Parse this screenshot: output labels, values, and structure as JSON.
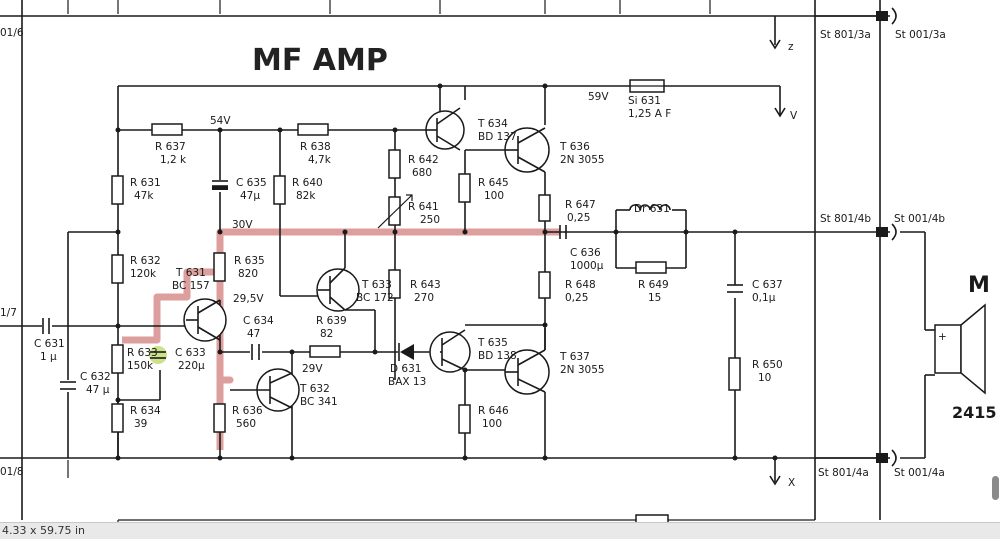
{
  "title": "MF AMP",
  "status_bar": {
    "dimensions": "4.33 x 59.75 in"
  },
  "colors": {
    "highlight": "#c0504d",
    "ink": "#1a1a1a",
    "green_marker": "#b8d45a"
  },
  "rails": {
    "v59": "59V",
    "v54": "54V",
    "v30": "30V",
    "v29_5": "29,5V",
    "v29": "29V"
  },
  "signals": {
    "z": "z",
    "v": "V",
    "x": "X"
  },
  "edge_labels": {
    "top_left": "01/6",
    "in_left": "1/7",
    "bottom_left": "01/8"
  },
  "connectors": {
    "st801_3a": "St 801/3a",
    "st001_3a": "St 001/3a",
    "st801_4b": "St 801/4b",
    "st001_4b": "St 001/4b",
    "st801_4a": "St 801/4a",
    "st001_4a": "St 001/4a"
  },
  "speaker": {
    "label": "M",
    "part": "2415",
    "plus": "+"
  },
  "components": {
    "r637": [
      "R 637",
      "1,2 k"
    ],
    "r638": [
      "R 638",
      "4,7k"
    ],
    "r631": [
      "R 631",
      "47k"
    ],
    "c635": [
      "C 635",
      "47µ"
    ],
    "r640": [
      "R 640",
      "82k"
    ],
    "r642": [
      "R 642",
      "680"
    ],
    "r641": [
      "R 641",
      "250"
    ],
    "r645": [
      "R 645",
      "100"
    ],
    "t634": [
      "T 634",
      "BD 137"
    ],
    "t636": [
      "T 636",
      "2N 3055"
    ],
    "si631": [
      "Si 631",
      "1,25 A F"
    ],
    "r647": [
      "R 647",
      "0,25"
    ],
    "dr631": [
      "Dr 631"
    ],
    "c636": [
      "C 636",
      "1000µ"
    ],
    "r649": [
      "R 649",
      "15"
    ],
    "c637": [
      "C 637",
      "0,1µ"
    ],
    "r650": [
      "R 650",
      "10"
    ],
    "r632": [
      "R 632",
      "120k"
    ],
    "t631": [
      "T 631",
      "BC 157"
    ],
    "r635": [
      "R 635",
      "820"
    ],
    "t633": [
      "T 633",
      "BC 172"
    ],
    "r643": [
      "R 643",
      "270"
    ],
    "r648": [
      "R 648",
      "0,25"
    ],
    "c631": [
      "C 631",
      "1 µ"
    ],
    "c634": [
      "C 634",
      "47"
    ],
    "r639": [
      "R 639",
      "82"
    ],
    "r633": [
      "R 633",
      "150k"
    ],
    "c633": [
      "C 633",
      "220µ"
    ],
    "c632": [
      "C 632",
      "47 µ"
    ],
    "t632": [
      "T 632",
      "BC 341"
    ],
    "d631": [
      "D 631",
      "BAX 13"
    ],
    "t635": [
      "T 635",
      "BD 138"
    ],
    "t637": [
      "T 637",
      "2N 3055"
    ],
    "r634": [
      "R 634",
      "39"
    ],
    "r636": [
      "R 636",
      "560"
    ],
    "r646": [
      "R 646",
      "100"
    ]
  }
}
